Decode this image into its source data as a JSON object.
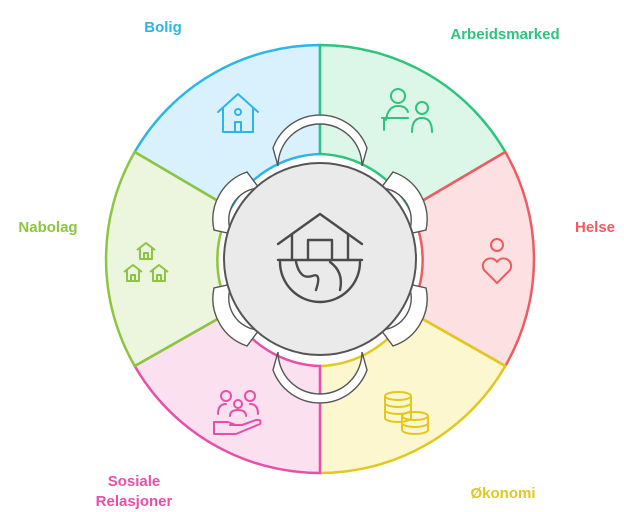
{
  "center": {
    "icon": "house-foundation-icon"
  },
  "segments": [
    {
      "id": "bolig",
      "label": "Bolig",
      "color": "#2bb5e8",
      "fill": "#d9f1fc",
      "icon": "house-icon"
    },
    {
      "id": "arbeidsmarked",
      "label": "Arbeidsmarked",
      "color": "#2ec47e",
      "fill": "#dcf6e8",
      "icon": "workers-icon"
    },
    {
      "id": "helse",
      "label": "Helse",
      "color": "#ee5b61",
      "fill": "#fde0e1",
      "icon": "heart-person-icon"
    },
    {
      "id": "okonomi",
      "label": "Økonomi",
      "color": "#e2c81c",
      "fill": "#fcf7cf",
      "icon": "coins-icon"
    },
    {
      "id": "sosiale",
      "label_lines": [
        "Sosiale",
        "Relasjoner"
      ],
      "color": "#e650a9",
      "fill": "#fbe0ef",
      "icon": "people-hand-icon"
    },
    {
      "id": "nabolag",
      "label": "Nabolag",
      "color": "#8cc53f",
      "fill": "#ecf5dd",
      "icon": "houses-icon"
    }
  ]
}
